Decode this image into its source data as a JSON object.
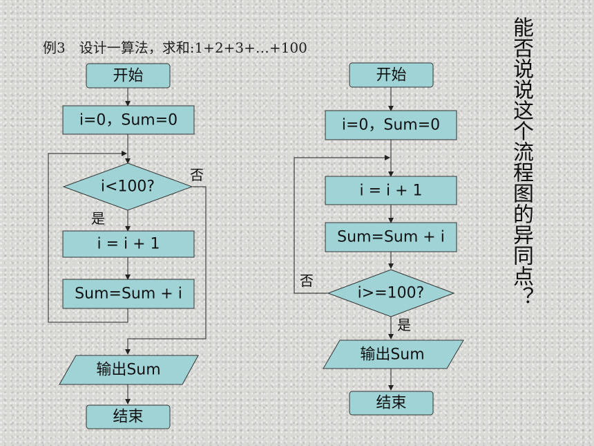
{
  "title": "例3　设计一算法，求和:1+2+3+…+100",
  "side_question": "能否说说这个流程图的异同点？",
  "flowchart_left": {
    "start": "开始",
    "init": "i=0，Sum=0",
    "condition": "i<100?",
    "no_label": "否",
    "yes_label": "是",
    "step1": "i = i + 1",
    "step2": "Sum=Sum + i",
    "output": "输出Sum",
    "end": "结束"
  },
  "flowchart_right": {
    "start": "开始",
    "init": "i=0，Sum=0",
    "step1": "i = i + 1",
    "step2": "Sum=Sum + i",
    "condition": "i>=100?",
    "no_label": "否",
    "yes_label": "是",
    "output": "输出Sum",
    "end": "结束"
  },
  "colors": {
    "node_fill": "#9fd3d6",
    "stroke": "#333333",
    "background": "#d9d9d6"
  }
}
